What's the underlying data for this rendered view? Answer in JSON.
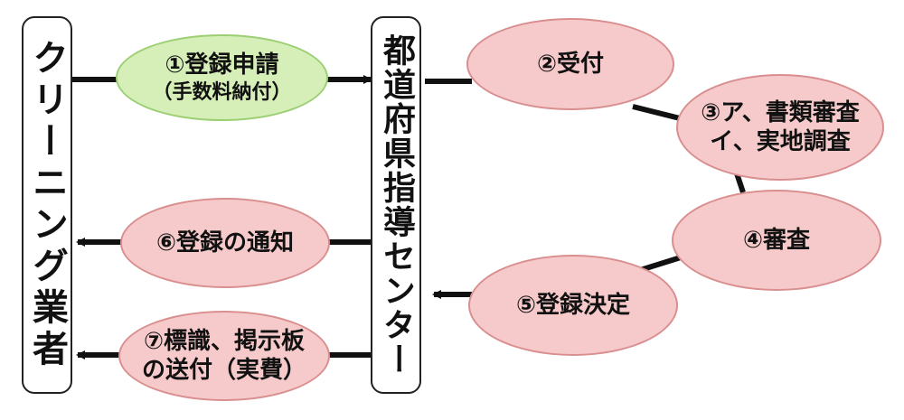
{
  "left_box": {
    "label": "クリーニング業者"
  },
  "right_box": {
    "label": "都道府県指導センター"
  },
  "steps": {
    "s1": {
      "line1": "①登録申請",
      "line2": "（手数料納付）"
    },
    "s2": {
      "line1": "②受付"
    },
    "s3": {
      "line1": "③ア、書類審査",
      "line2": "イ、実地調査"
    },
    "s4": {
      "line1": "④審査"
    },
    "s5": {
      "line1": "⑤登録決定"
    },
    "s6": {
      "line1": "⑥登録の通知"
    },
    "s7": {
      "line1": "⑦標識、掲示板",
      "line2": "の送付（実費）"
    }
  },
  "colors": {
    "pink_fill": "#f6caca",
    "pink_border": "#d98f8f",
    "green_fill": "#d6efb8",
    "green_border": "#9ccf74",
    "line": "#111111"
  }
}
